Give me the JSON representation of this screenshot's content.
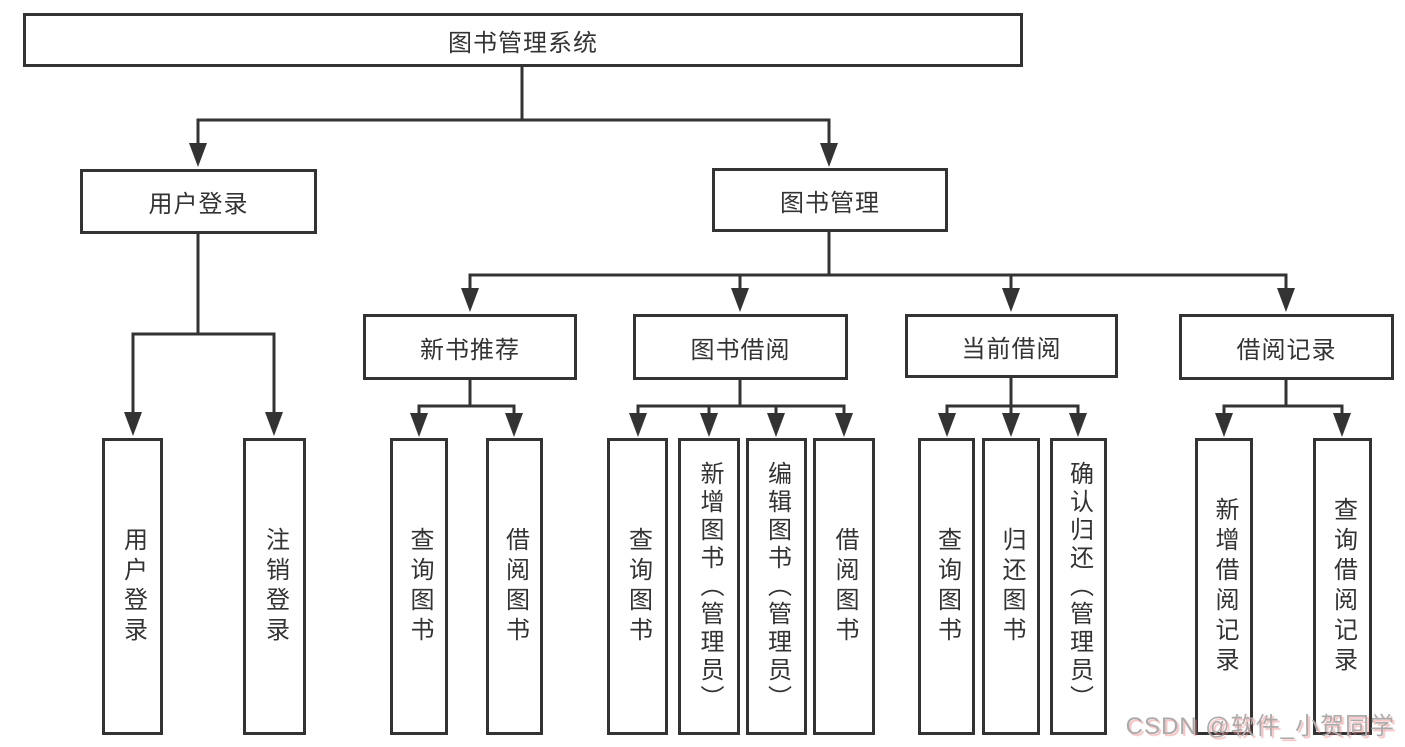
{
  "diagram": {
    "root": {
      "label": "图书管理系统"
    },
    "level2": [
      {
        "label": "用户登录"
      },
      {
        "label": "图书管理"
      }
    ],
    "level3": [
      {
        "label": "新书推荐"
      },
      {
        "label": "图书借阅"
      },
      {
        "label": "当前借阅"
      },
      {
        "label": "借阅记录"
      }
    ],
    "leaves": {
      "user_login_group": [
        "用户登录",
        "注销登录"
      ],
      "new_book_group": [
        "查询图书",
        "借阅图书"
      ],
      "book_borrow_group": [
        "查询图书",
        "新增图书（管理员）",
        "编辑图书（管理员）",
        "借阅图书"
      ],
      "current_borrow_group": [
        "查询图书",
        "归还图书",
        "确认归还（管理员）"
      ],
      "borrow_record_group": [
        "新增借阅记录",
        "查询借阅记录"
      ]
    }
  },
  "watermark": {
    "text": "CSDN @软件_小贺同学"
  },
  "colors": {
    "line": "#333333",
    "box_border": "#333333",
    "text": "#333333",
    "background": "#ffffff",
    "watermark_text": "#ababab",
    "watermark_shadow": "#ec8888"
  }
}
